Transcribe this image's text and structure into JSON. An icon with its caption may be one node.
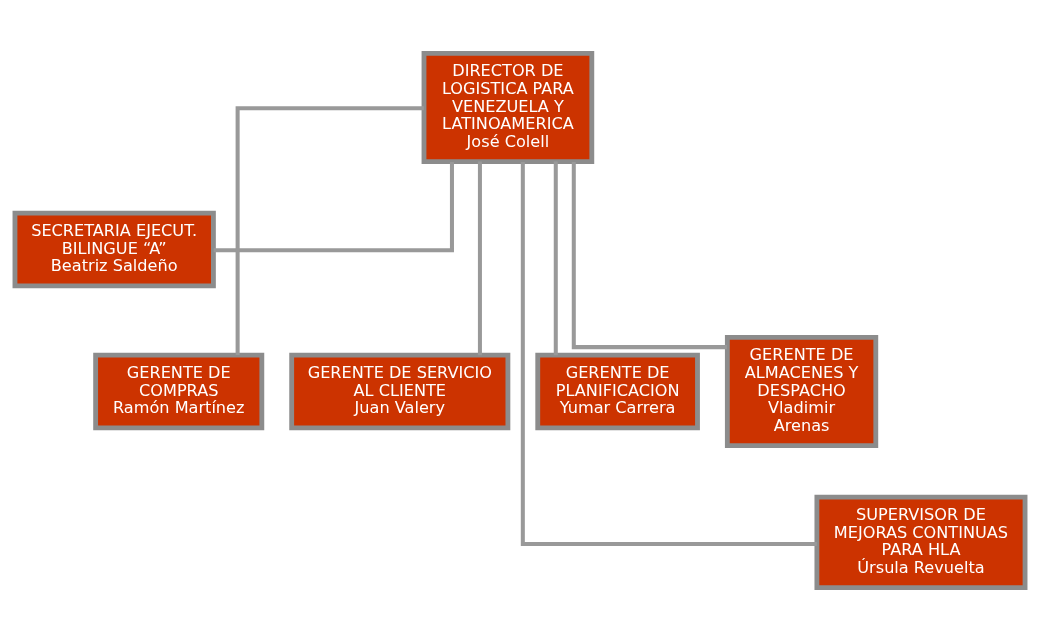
{
  "diagram": {
    "nodes": [
      {
        "text": [
          "DIRECTOR DE LOGISTICA PARA VENEZUELA Y LATINOAMERICA",
          "José Colell"
        ]
      },
      {
        "text": [
          "SECRETARIA EJECUT. BILINGUE “A”",
          "Beatriz Saldeño"
        ]
      },
      {
        "text": [
          "GERENTE DE COMPRAS",
          "Ramón Martínez"
        ]
      },
      {
        "text": [
          "GERENTE DE SERVICIO AL CLIENTE",
          "Juan Valery"
        ]
      },
      {
        "text": [
          "GERENTE DE PLANIFICACION",
          "Yumar Carrera"
        ]
      },
      {
        "text": [
          "GERENTE DE ALMACENES Y DESPACHO",
          "Vladimir Arenas"
        ]
      },
      {
        "text": [
          "SUPERVISOR DE MEJORAS CONTINUAS PARA HLA",
          "Úrsula Revuelta"
        ]
      }
    ],
    "edges": [
      {
        "from": 0,
        "to": 1,
        "arrow": "none"
      },
      {
        "from": 0,
        "to": 2,
        "arrow": "none"
      },
      {
        "from": 0,
        "to": 3,
        "arrow": "none"
      },
      {
        "from": 0,
        "to": 4,
        "arrow": "none"
      },
      {
        "from": 0,
        "to": 5,
        "arrow": "none"
      },
      {
        "from": 0,
        "to": 6,
        "arrow": "none"
      }
    ]
  }
}
